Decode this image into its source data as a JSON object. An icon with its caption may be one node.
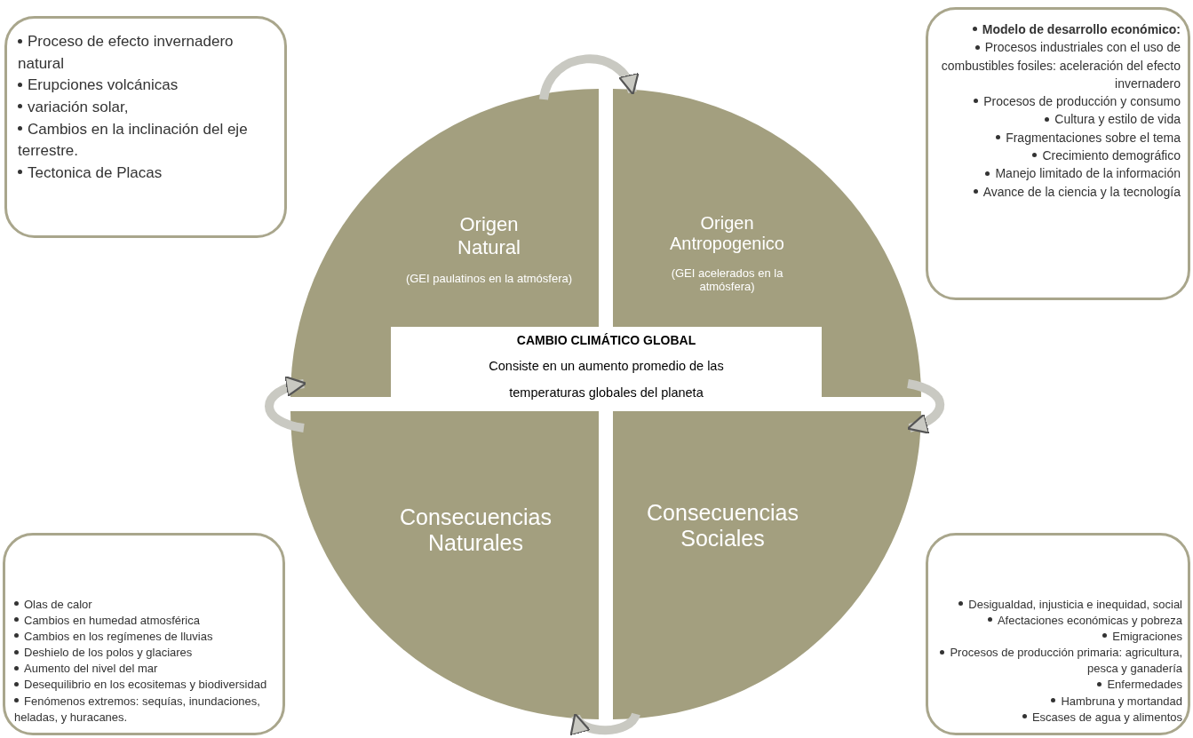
{
  "diagram": {
    "nodes": [
      {
        "text": [
          "Proceso de efecto invernadero natural",
          "Erupciones volcánicas",
          "variación solar,",
          "Cambios en la inclinación del eje terrestre.",
          "Tectonica de Placas"
        ]
      },
      {
        "text": [
          "Modelo de desarrollo económico:",
          "Procesos industriales con el uso de combustibles fosiles: aceleración del efecto invernadero",
          "Procesos de producción y consumo",
          "Cultura y estilo de vida",
          "Fragmentaciones sobre el tema",
          "Crecimiento demográfico",
          "Manejo limitado de la información",
          "Avance de la ciencia y la tecnología"
        ]
      },
      {
        "text": [
          "Origen Natural",
          "(GEI paulatinos en la atmósfera)"
        ]
      },
      {
        "text": [
          "Origen Antropogenico",
          "(GEI acelerados en la atmósfera)"
        ]
      },
      {
        "text": [
          "CAMBIO CLIMÁTICO GLOBAL",
          "Consiste en un aumento promedio de las temperaturas globales del planeta"
        ]
      },
      {
        "text": [
          "Consecuencias Naturales"
        ]
      },
      {
        "text": [
          "Consecuencias Sociales"
        ]
      },
      {
        "text": [
          "Olas de calor",
          "Cambios en humedad atmosférica",
          "Cambios en los regímenes de lluvias",
          "Deshielo de los polos y glaciares",
          "Aumento del nivel del mar",
          "Desequilibrio en los ecositemas y biodiversidad",
          "Fenómenos extremos: sequías, inundaciones, heladas, y huracanes."
        ]
      },
      {
        "text": [
          "Desigualdad, injusticia e inequidad, social",
          "Afectaciones económicas y pobreza",
          "Emigraciones",
          "Procesos de producción primaria: agricultura, pesca y ganadería",
          "Enfermedades",
          "Hambruna y mortandad",
          "Escases de agua y alimentos"
        ]
      }
    ],
    "edges": [
      {
        "from": 2,
        "to": 3,
        "arrow": "to"
      },
      {
        "from": 3,
        "to": 6,
        "arrow": "to"
      },
      {
        "from": 6,
        "to": 5,
        "arrow": "to"
      },
      {
        "from": 5,
        "to": 2,
        "arrow": "to"
      }
    ]
  }
}
